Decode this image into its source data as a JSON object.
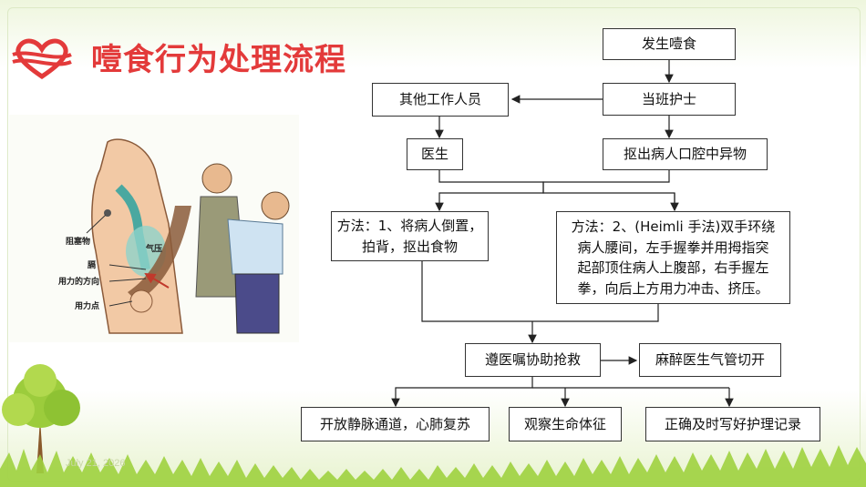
{
  "title": "噎食行为处理流程",
  "footer_date": "July 21, 2026",
  "illustration": {
    "labels": {
      "obstruction": "阻塞物",
      "air_pressure": "气压",
      "diaphragm": "膈",
      "force_direction": "用力的方向",
      "force_point": "用力点"
    }
  },
  "flowchart": {
    "nodes": {
      "choking": "发生噎食",
      "nurse": "当班护士",
      "other_staff": "其他工作人员",
      "doctor": "医生",
      "remove_foreign": "抠出病人口腔中异物",
      "method1_line1": "方法：1、将病人倒置，",
      "method1_line2": "拍背，抠出食物",
      "method2_line1": "方法：2、(Heimli 手法)双手环绕",
      "method2_line2": "病人腰间，左手握拳并用拇指突",
      "method2_line3": "起部顶住病人上腹部，右手握左",
      "method2_line4": "拳，向后上方用力冲击、挤压。",
      "assist_rescue": "遵医嘱协助抢救",
      "tracheotomy": "麻醉医生气管切开",
      "iv_cpr": "开放静脉通道，心肺复苏",
      "vitals": "观察生命体征",
      "records": "正确及时写好护理记录"
    }
  }
}
